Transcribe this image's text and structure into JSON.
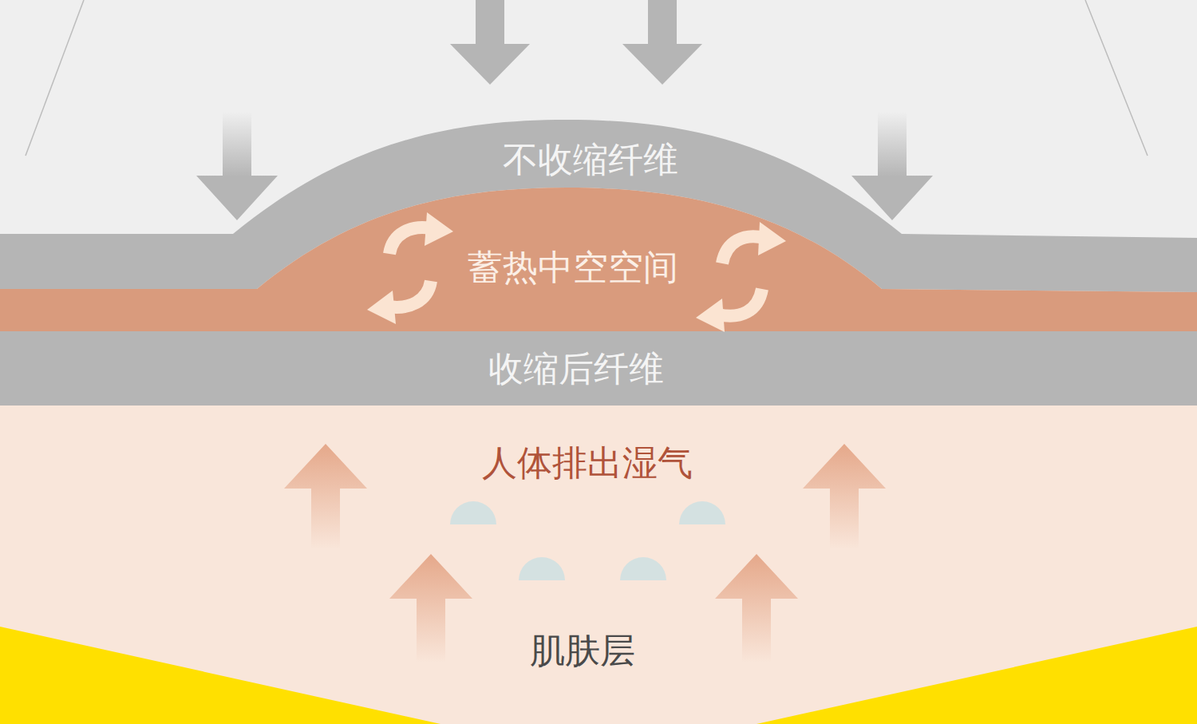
{
  "diagram": {
    "nodes": [
      {
        "text": [
          "不收缩纤维"
        ]
      },
      {
        "text": [
          "蓄热中空空间"
        ]
      },
      {
        "text": [
          "收缩后纤维"
        ]
      },
      {
        "text": [
          "人体排出湿气",
          "肌肤层"
        ]
      }
    ]
  }
}
